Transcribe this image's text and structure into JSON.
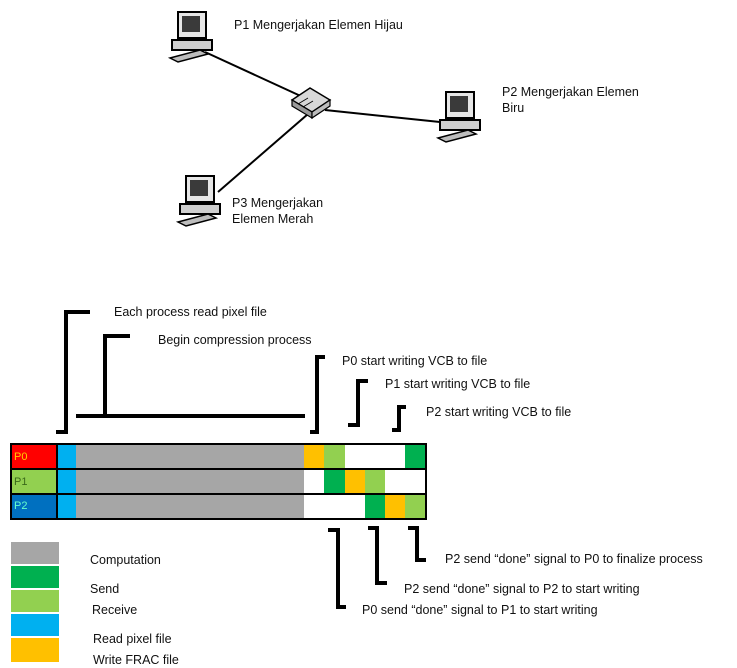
{
  "network": {
    "p1_label": "P1 Mengerjakan Elemen Hijau",
    "p2_label": "P2 Mengerjakan Elemen Biru",
    "p3_label": "P3 Mengerjakan Elemen Merah"
  },
  "timeline": {
    "annotations_top": [
      "Each process read pixel file",
      "Begin compression process",
      "P0 start writing VCB to file",
      "P1 start writing VCB to file",
      "P2 start writing VCB to file"
    ],
    "annotations_bottom": [
      "P2 send “done” signal to P0 to finalize  process",
      "P2 send “done” signal to P2 to start writing",
      "P0 send “done” signal to P1 to start writing"
    ],
    "rows": [
      {
        "label": "P0",
        "color": "#ff0000"
      },
      {
        "label": "P1",
        "color": "#92d050"
      },
      {
        "label": "P2",
        "color": "#0070c0"
      }
    ]
  },
  "legend": [
    {
      "label": "Computation",
      "color": "#a6a6a6"
    },
    {
      "label": "Send",
      "color": "#00b050"
    },
    {
      "label": "Receive",
      "color": "#92d050"
    },
    {
      "label": "Read pixel file",
      "color": "#00b0f0"
    },
    {
      "label": "Write FRAC file",
      "color": "#ffc000"
    }
  ]
}
